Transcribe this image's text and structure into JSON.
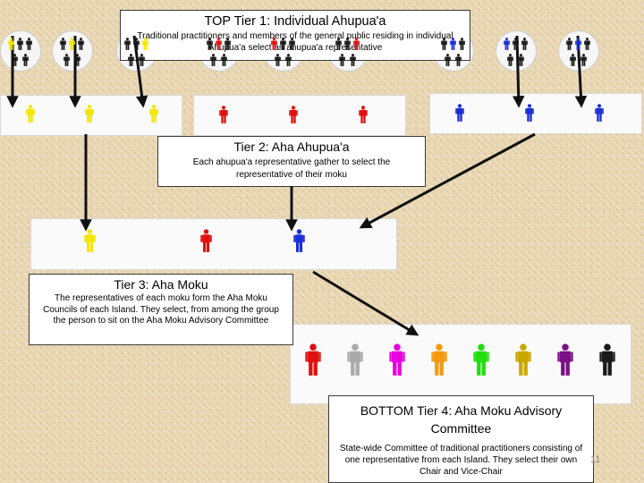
{
  "tier1": {
    "title": "TOP Tier 1: Individual Ahupua'a",
    "description": "Traditional practitioners and members of the general public residing in individual Ahupua'a select an ahupua'a representative"
  },
  "tier2": {
    "title": "Tier 2: Aha Ahupua'a",
    "description": "Each ahupua'a representative gather to select the representative of their moku"
  },
  "tier3": {
    "title": "Tier 3: Aha Moku",
    "description": "The representatives of each moku form the Aha Moku Councils of each Island. They select, from among the group the person to sit on the Aha Moku Advisory Committee"
  },
  "tier4": {
    "title": "BOTTOM Tier 4: Aha Moku Advisory Committee",
    "description": "State-wide Committee of traditional practitioners consisting of one representative from each Island. They select their own Chair and Vice-Chair"
  },
  "page_number": "11",
  "colors": {
    "yellow": "#f2e600",
    "red": "#e01010",
    "blue": "#1a2fd6",
    "black": "#1a1a1a",
    "grey": "#555555",
    "magenta": "#e800e0",
    "orange": "#f59a10",
    "green": "#22dd10",
    "olive": "#c9a800",
    "purple": "#7a0f86",
    "lightgrey": "#aaaaaa"
  }
}
